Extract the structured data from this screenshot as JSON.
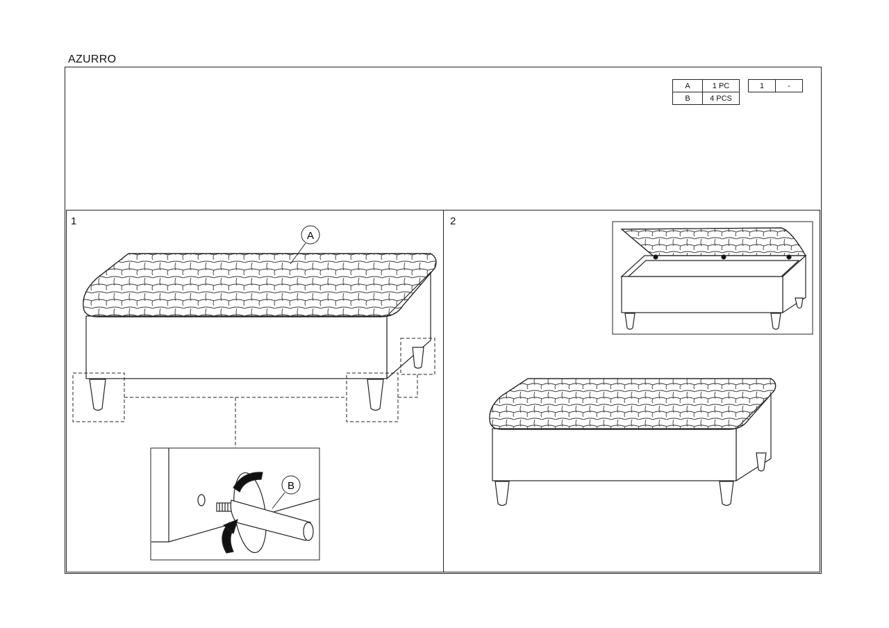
{
  "document": {
    "title": "AZURRO"
  },
  "parts_list": [
    {
      "letter": "A",
      "qty": "1 PC"
    },
    {
      "letter": "B",
      "qty": "4 PCS"
    }
  ],
  "page_box": {
    "page": "1",
    "of": "-"
  },
  "steps": [
    {
      "number": "1",
      "callouts": [
        "A",
        "B"
      ]
    },
    {
      "number": "2"
    }
  ]
}
